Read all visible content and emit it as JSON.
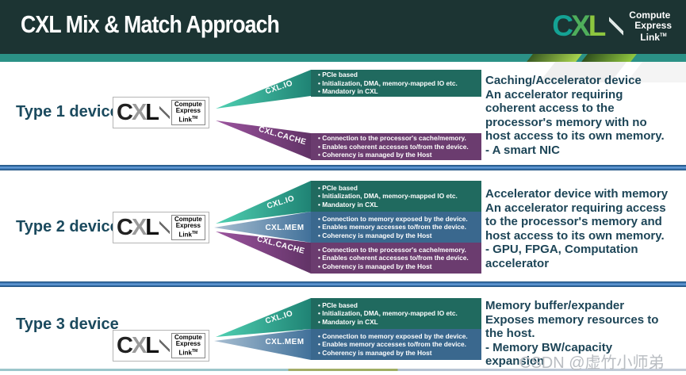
{
  "header": {
    "title": "CXL Mix & Match Approach",
    "logo": {
      "c": "C",
      "x": "X",
      "l": "L",
      "line1": "Compute",
      "line2": "Express",
      "line3": "Link",
      "tm": "TM"
    }
  },
  "mono_logo": {
    "c": "C",
    "x": "X",
    "l": "L",
    "line1": "Compute",
    "line2": "Express",
    "line3": "Link",
    "tm": "TM"
  },
  "watermark": "CSDN @虚竹小师弟",
  "colors": {
    "header_bg": "#1c3433",
    "accent_teal_band": "#2b9186",
    "cxl_io": "#206a5f",
    "cxl_mem": "#3a688e",
    "cxl_cache": "#6b3c6f",
    "divider_blue": "#2e74b5",
    "text_dark": "#1d4557",
    "logo_green": "#8dc63f"
  },
  "sections": [
    {
      "label": "Type 1 device",
      "description": "Caching/Accelerator device\nAn accelerator requiring\ncoherent access to the\nprocessor's memory with no\nhost access to its own memory.\n- A smart NIC",
      "ribbons": [
        {
          "name": "CXL.IO",
          "bullets": [
            "PCIe based",
            "Initialization, DMA, memory-mapped IO etc.",
            "Mandatory in CXL"
          ]
        },
        {
          "name": "CXL.CACHE",
          "bullets": [
            "Connection to the processor's cache/memory.",
            "Enables coherent accesses to/from the device.",
            "Coherency is managed by the Host"
          ]
        }
      ]
    },
    {
      "label": "Type 2 device",
      "description": "Accelerator device with memory\nAn accelerator requiring access\nto the processor's memory and\nhost access to its own memory.\n- GPU, FPGA, Computation\naccelerator",
      "ribbons": [
        {
          "name": "CXL.IO",
          "bullets": [
            "PCIe based",
            "Initialization, DMA, memory-mapped IO etc.",
            "Mandatory in CXL"
          ]
        },
        {
          "name": "CXL.MEM",
          "bullets": [
            "Connection to memory exposed by the device.",
            "Enables memory accesses to/from the device.",
            "Coherency is managed by the Host"
          ]
        },
        {
          "name": "CXL.CACHE",
          "bullets": [
            "Connection to the processor's cache/memory.",
            "Enables coherent accesses to/from the device.",
            "Coherency is managed by the Host"
          ]
        }
      ]
    },
    {
      "label": "Type 3 device",
      "description": "Memory buffer/expander\nExposes memory resources to\nthe host.\n- Memory BW/capacity\nexpansion",
      "ribbons": [
        {
          "name": "CXL.IO",
          "bullets": [
            "PCIe based",
            "Initialization, DMA, memory-mapped IO etc.",
            "Mandatory in CXL"
          ]
        },
        {
          "name": "CXL.MEM",
          "bullets": [
            "Connection to memory exposed by the device.",
            "Enables memory accesses to/from the device.",
            "Coherency is managed by the Host"
          ]
        }
      ]
    }
  ]
}
